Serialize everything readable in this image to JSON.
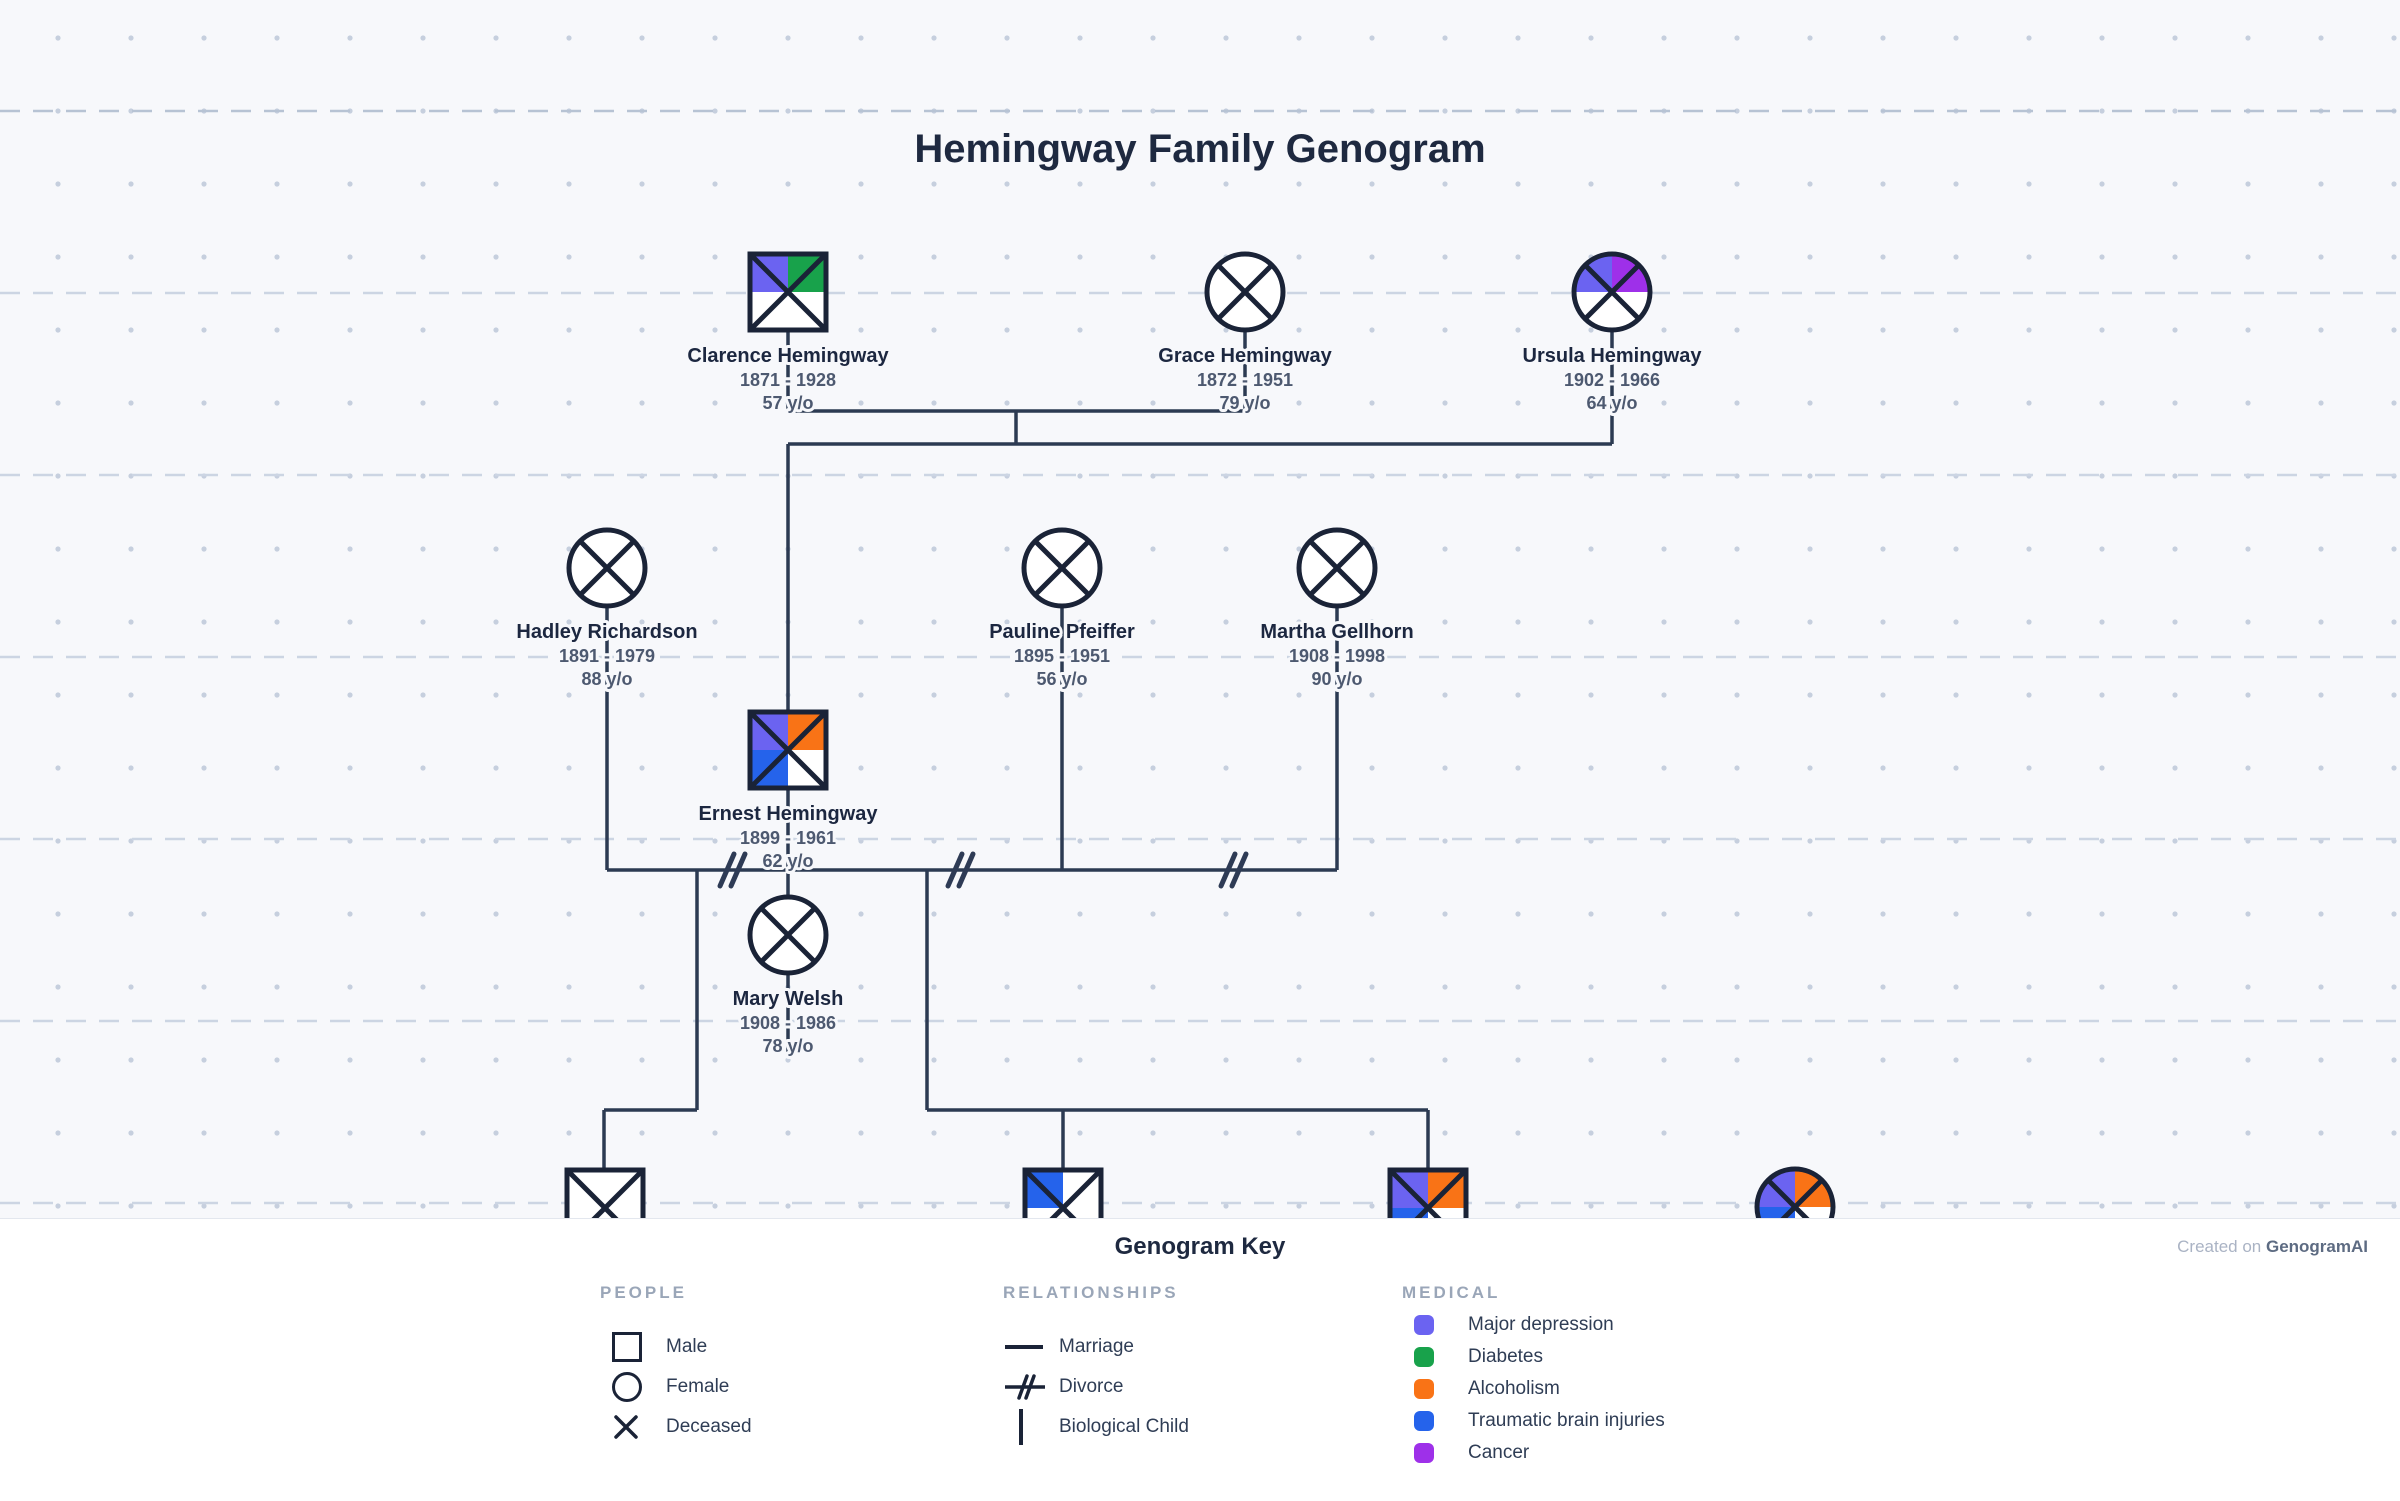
{
  "title": "Hemingway Family Genogram",
  "attribution": {
    "prefix": "Created on ",
    "brand": "GenogramAI"
  },
  "colors": {
    "major_depression": "#6b63f1",
    "diabetes": "#18a24b",
    "alcoholism": "#f97316",
    "traumatic_brain_injuries": "#2563eb",
    "cancer": "#9e30e9"
  },
  "people": {
    "clarence": {
      "name": "Clarence Hemingway",
      "dates": "1871 - 1928",
      "age": "57 y/o"
    },
    "grace": {
      "name": "Grace Hemingway",
      "dates": "1872 - 1951",
      "age": "79 y/o"
    },
    "ursula": {
      "name": "Ursula Hemingway",
      "dates": "1902 - 1966",
      "age": "64 y/o"
    },
    "hadley": {
      "name": "Hadley Richardson",
      "dates": "1891 - 1979",
      "age": "88 y/o"
    },
    "pauline": {
      "name": "Pauline Pfeiffer",
      "dates": "1895 - 1951",
      "age": "56 y/o"
    },
    "martha": {
      "name": "Martha Gellhorn",
      "dates": "1908 - 1998",
      "age": "90 y/o"
    },
    "ernest": {
      "name": "Ernest Hemingway",
      "dates": "1899 - 1961",
      "age": "62 y/o"
    },
    "mary": {
      "name": "Mary Welsh",
      "dates": "1908 - 1986",
      "age": "78 y/o"
    }
  },
  "key": {
    "title": "Genogram Key",
    "people": {
      "header": "PEOPLE",
      "male": "Male",
      "female": "Female",
      "deceased": "Deceased"
    },
    "relationships": {
      "header": "RELATIONSHIPS",
      "marriage": "Marriage",
      "divorce": "Divorce",
      "biological_child": "Biological Child"
    },
    "medical": {
      "header": "MEDICAL",
      "major_depression": "Major depression",
      "diabetes": "Diabetes",
      "alcoholism": "Alcoholism",
      "traumatic_brain_injuries": "Traumatic brain injuries",
      "cancer": "Cancer"
    }
  }
}
